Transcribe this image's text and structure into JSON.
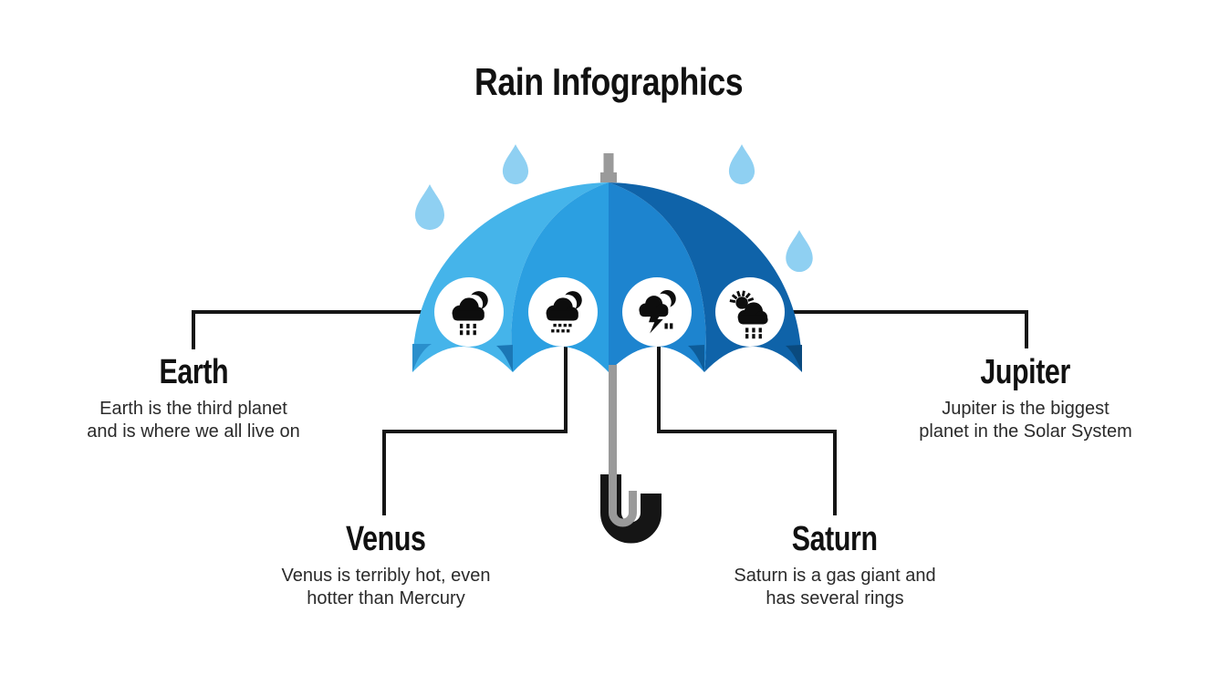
{
  "title": "Rain Infographics",
  "planets": [
    {
      "name": "Earth",
      "description": "Earth is the third planet\nand is where we all live on",
      "icon": "rain-cloud-moon-icon"
    },
    {
      "name": "Venus",
      "description": "Venus is terribly hot, even\nhotter than Mercury",
      "icon": "drizzle-cloud-moon-icon"
    },
    {
      "name": "Saturn",
      "description": "Saturn is a gas giant and\nhas several rings",
      "icon": "storm-cloud-moon-icon"
    },
    {
      "name": "Jupiter",
      "description": "Jupiter is the biggest\nplanet in the Solar System",
      "icon": "sun-shower-cloud-icon"
    }
  ],
  "colors": {
    "umbrella_panel_1": "#45B4EA",
    "umbrella_panel_2": "#2B9FE1",
    "umbrella_panel_3": "#1D84CF",
    "umbrella_panel_4": "#0F63A9",
    "raindrop": "#8FD0F2",
    "pole": "#9A9A9A",
    "handle": "#151515",
    "connector_line": "#161616",
    "icon": "#0d0d0d",
    "text": "#1e1e1e",
    "background": "#ffffff"
  }
}
